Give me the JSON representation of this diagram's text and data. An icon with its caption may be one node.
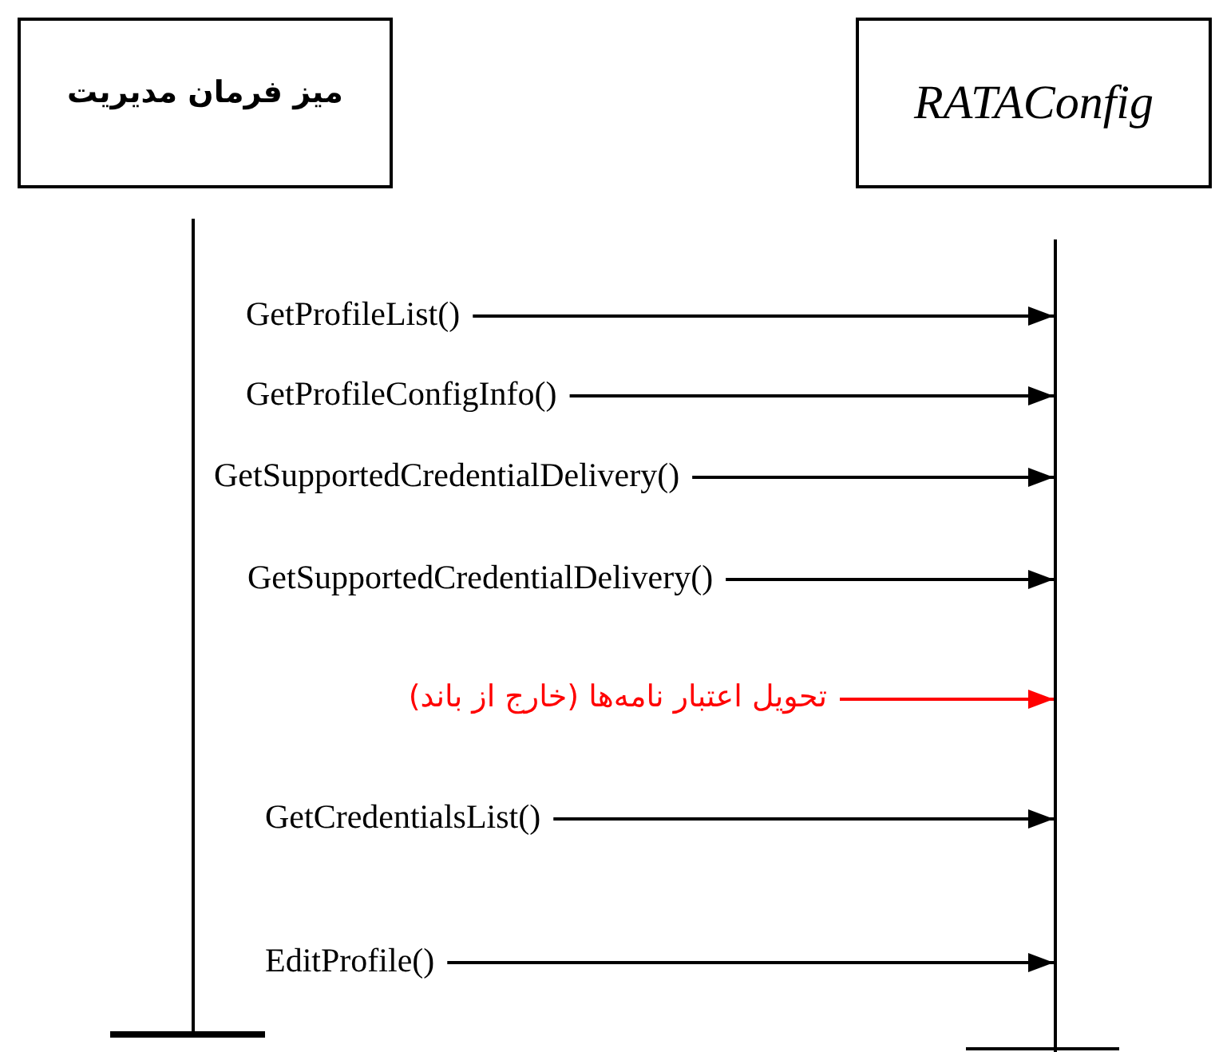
{
  "diagram": {
    "nodes": [
      {
        "text": [
          "میز فرمان مدیریت"
        ]
      },
      {
        "text": [
          "RATAConfig"
        ]
      },
      {
        "text": [],
        "shape": "bar"
      },
      {
        "text": [],
        "shape": "bar"
      },
      {
        "text": [
          "GetProfileList()"
        ]
      },
      {
        "text": [
          "GetProfileConfigInfo()"
        ]
      },
      {
        "text": [
          "GetSupportedCredentialDelivery()"
        ]
      },
      {
        "text": [
          "GetSupportedCredentialDelivery()"
        ]
      },
      {
        "text": [
          "تحویل اعتبار نامه‌ها (خارج از باند)"
        ]
      },
      {
        "text": [
          "GetCredentialsList()"
        ]
      },
      {
        "text": [
          "EditProfile()"
        ]
      }
    ],
    "edges": [
      {
        "from": 4,
        "to": 3,
        "arrow": "to"
      },
      {
        "from": 5,
        "to": 3,
        "arrow": "to"
      },
      {
        "from": 6,
        "to": 3,
        "arrow": "to"
      },
      {
        "from": 7,
        "to": 3,
        "arrow": "to"
      },
      {
        "from": 8,
        "to": 3,
        "arrow": "to",
        "color": "#ff0000"
      },
      {
        "from": 9,
        "to": 3,
        "arrow": "to"
      },
      {
        "from": 10,
        "to": 3,
        "arrow": "to"
      }
    ]
  }
}
